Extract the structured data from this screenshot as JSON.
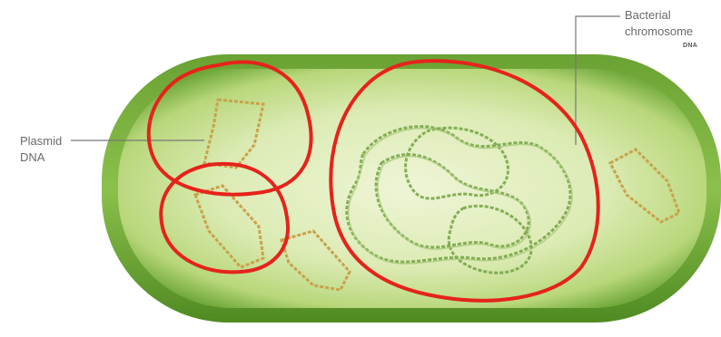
{
  "labels": {
    "bacterial_line1": "Bacterial",
    "bacterial_line2": "chromosome",
    "dna_small": "DNA",
    "plasmid_line1": "Plasmid",
    "plasmid_line2": "DNA"
  },
  "colors": {
    "cell_outer": "#6fa83a",
    "cell_inner": "#dfeeb8",
    "chromosome": "#7aa64a",
    "plasmid": "#c9a24a",
    "annotation": "#e5231b",
    "leader_line": "#777777"
  }
}
